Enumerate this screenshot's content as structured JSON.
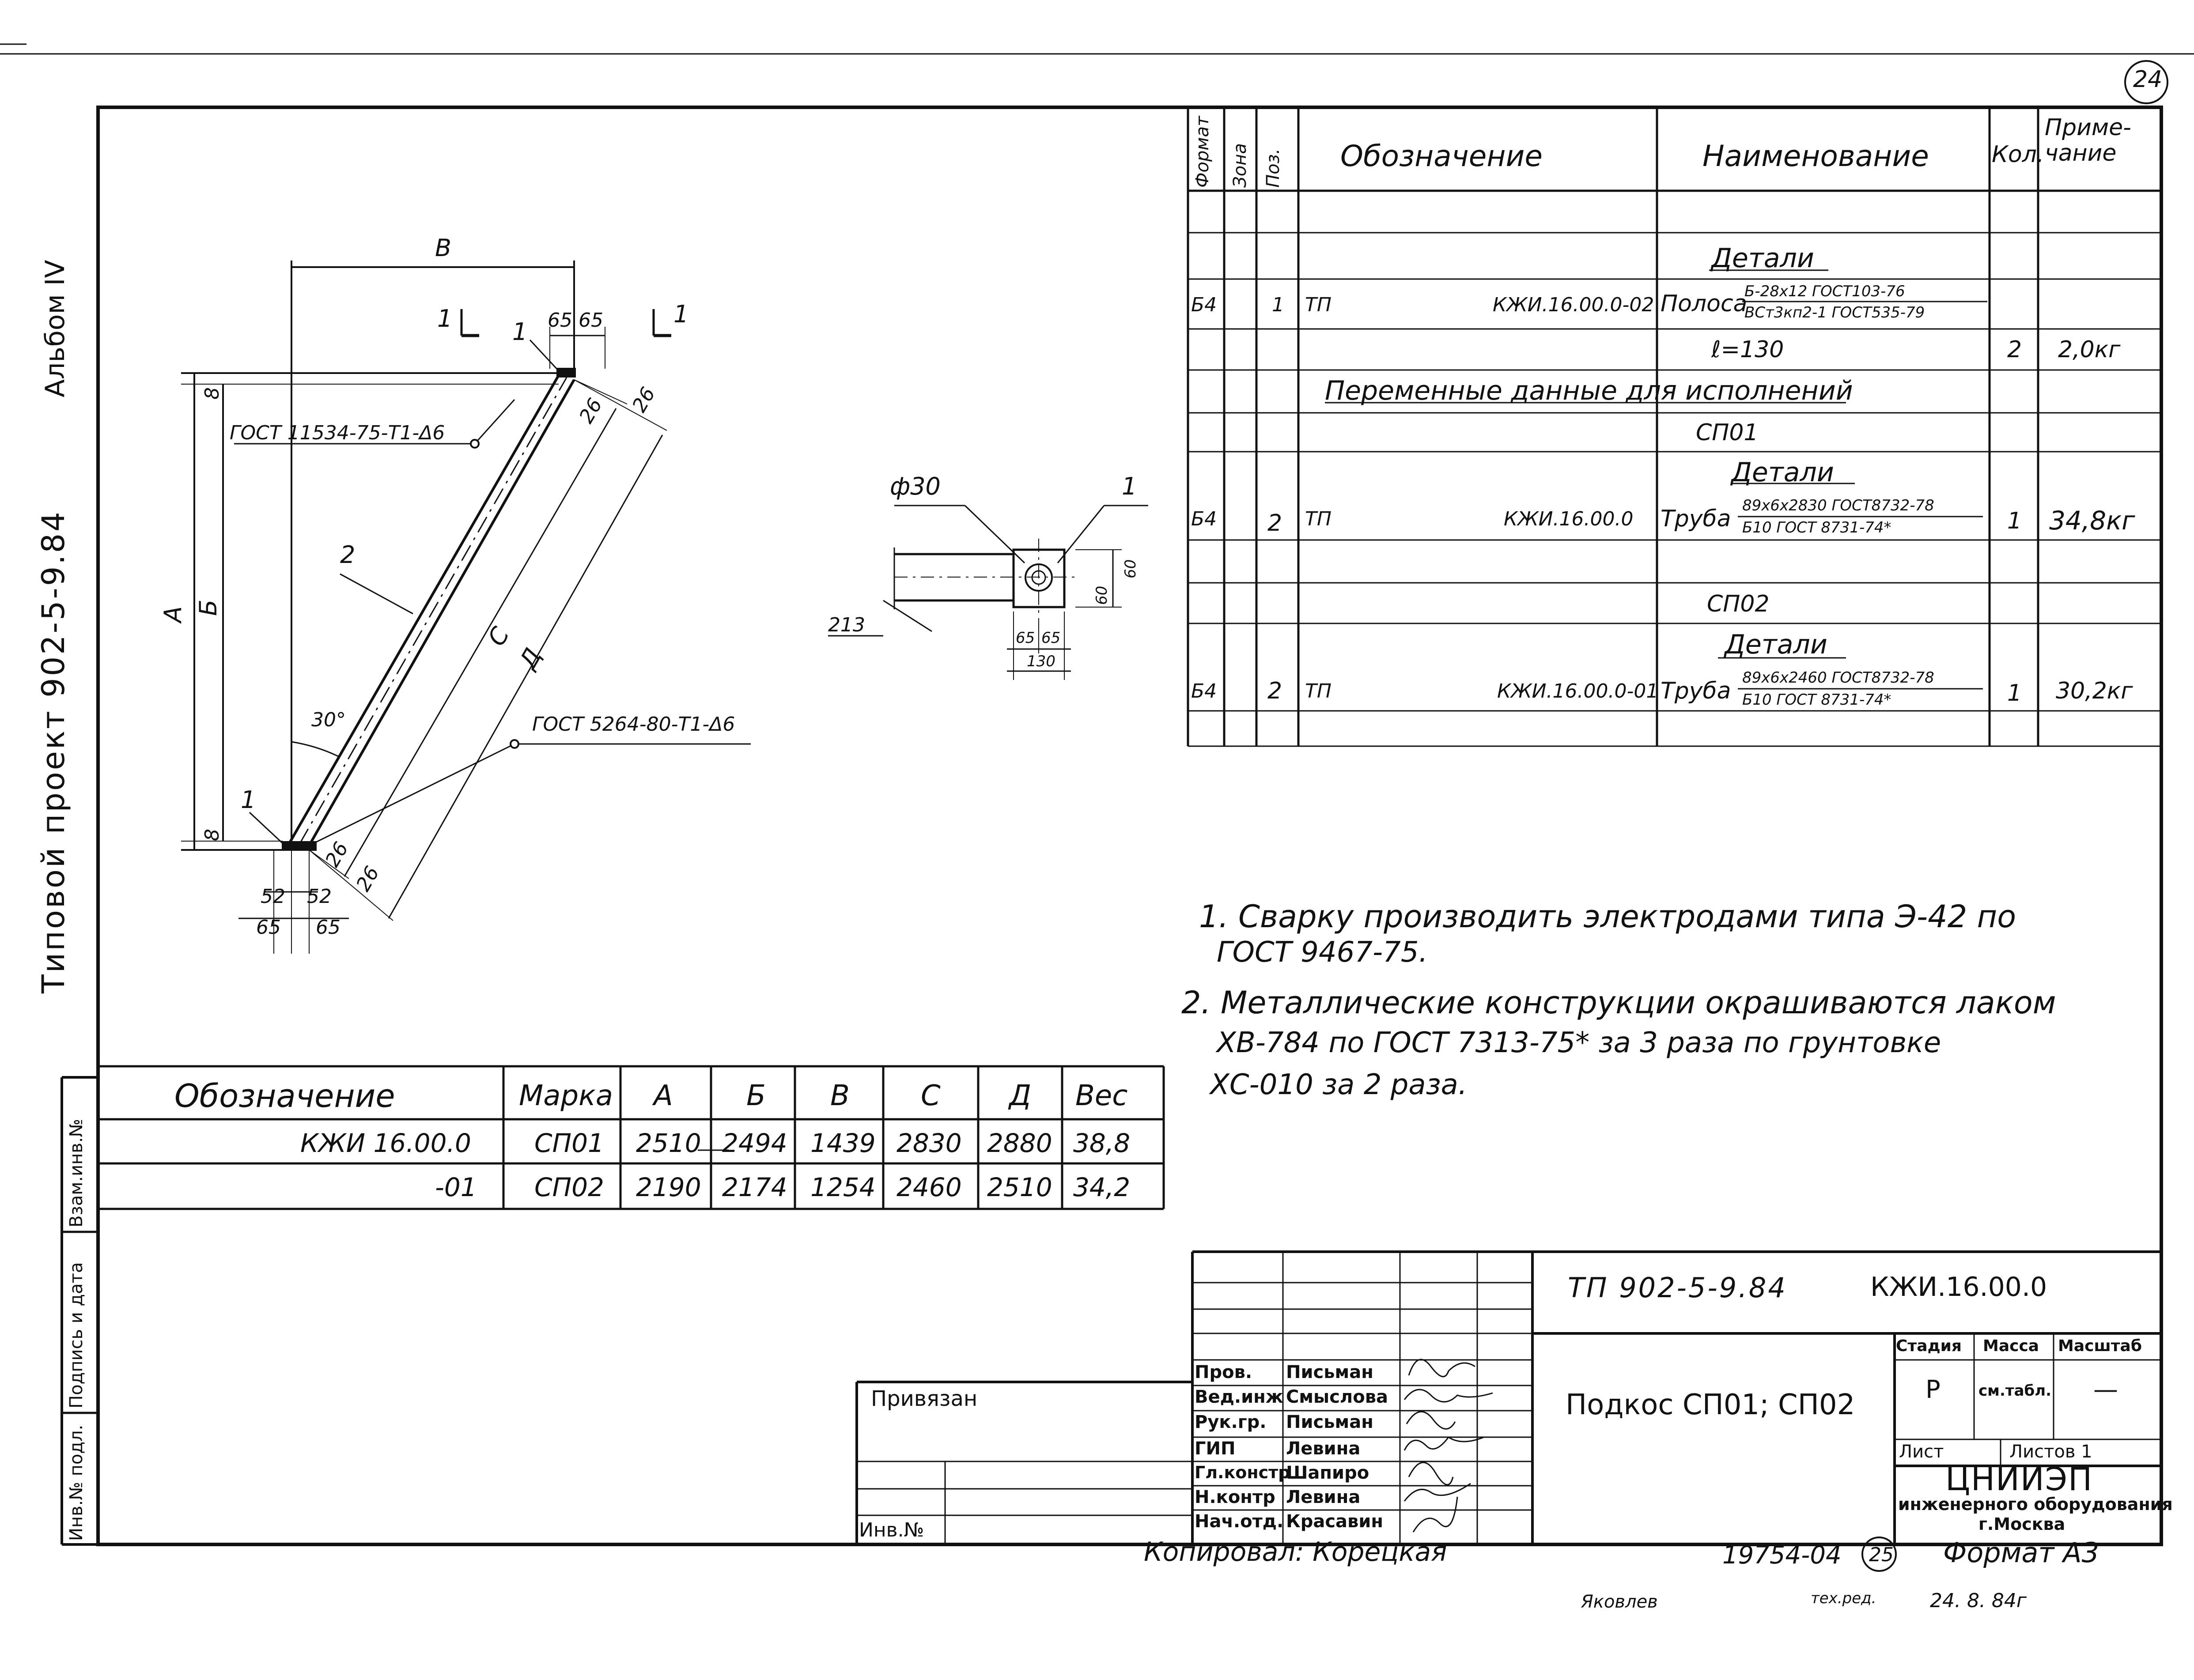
{
  "sheet": {
    "number": "24",
    "number_bottom": "25",
    "album": "Альбом IV",
    "project": "Типовой проект 902-5-9.84",
    "format": "Формат А3",
    "copied_by": "Копировал: Корецкая",
    "archive_no": "19754-04",
    "signoff_name": "Яковлев",
    "signoff_role": "тех.ред.",
    "signoff_date": "24. 8. 84г"
  },
  "side_stamp": {
    "cells": [
      "Взам.инв.№",
      "Подпись и дата",
      "Инв.№ подл."
    ]
  },
  "drawing": {
    "dim_b": "В",
    "dim_a": "А",
    "dim_b2": "Б",
    "dim_c": "С",
    "dim_d": "Д",
    "section": "1",
    "pos1": "1",
    "pos2": "2",
    "d65a": "65",
    "d65b": "65",
    "d8a": "8",
    "d8b": "8",
    "d26a": "26",
    "d26b": "26",
    "d26c": "26",
    "d26d": "26",
    "d52a": "52",
    "d52b": "52",
    "angle": "30°",
    "gost1": "ГОСТ 11534-75-Т1-Δ6",
    "gost2": "ГОСТ 5264-80-Т1-Δ6",
    "detail_phi": "ф30",
    "detail_pos": "1",
    "detail_213": "213",
    "detail_60a": "60",
    "detail_60b": "60",
    "detail_65a": "65",
    "detail_65b": "65",
    "detail_130": "130"
  },
  "spec": {
    "headers": {
      "format": "Формат",
      "zone": "Зона",
      "pos": "Поз.",
      "designation": "Обозначение",
      "name": "Наименование",
      "qty": "Кол.",
      "note": "Приме-чание"
    },
    "rows": {
      "r1_section": "Детали",
      "r2_format": "Б4",
      "r2_pos": "1",
      "r2_tp": "ТП",
      "r2_designation": "КЖИ.16.00.0-02",
      "r2_name": "Полоса",
      "r2_frac_top": "Б-28х12 ГОСТ103-76",
      "r2_frac_bottom": "ВСт3кп2-1 ГОСТ535-79",
      "r3_length": "ℓ=130",
      "r3_qty": "2",
      "r3_note": "2,0кг",
      "r4_variable": "Переменные данные для исполнений",
      "r5_sp01": "СП01",
      "r6_section": "Детали",
      "r6_format": "Б4",
      "r6_pos": "2",
      "r6_tp": "ТП",
      "r6_designation": "КЖИ.16.00.0",
      "r6_name": "Труба",
      "r6_frac_top": "89х6х2830 ГОСТ8732-78",
      "r6_frac_bottom": "Б10 ГОСТ 8731-74*",
      "r6_qty": "1",
      "r6_note": "34,8кг",
      "r7_sp02": "СП02",
      "r8_section": "Детали",
      "r8_format": "Б4",
      "r8_pos": "2",
      "r8_tp": "ТП",
      "r8_designation": "КЖИ.16.00.0-01",
      "r8_name": "Труба",
      "r8_frac_top": "89х6х2460 ГОСТ8732-78",
      "r8_frac_bottom": "Б10 ГОСТ 8731-74*",
      "r8_qty": "1",
      "r8_note": "30,2кг"
    }
  },
  "notes": {
    "n1_line1": "1. Сварку производить электродами типа Э-42 по",
    "n1_line2": "ГОСТ 9467-75.",
    "n2_line1": "2. Металлические конструкции окрашиваются лаком",
    "n2_line2": "ХВ-784 по ГОСТ 7313-75* за 3 раза по грунтовке",
    "n2_line3": "ХС-010 за 2 раза."
  },
  "variants": {
    "headers": [
      "Обозначение",
      "Марка",
      "А",
      "Б",
      "В",
      "С",
      "Д",
      "Вес"
    ],
    "rows": [
      [
        "КЖИ 16.00.0",
        "СП01",
        "2510",
        "2494",
        "1439",
        "2830",
        "2880",
        "38,8"
      ],
      [
        "-01",
        "СП02",
        "2190",
        "2174",
        "1254",
        "2460",
        "2510",
        "34,2"
      ]
    ]
  },
  "title_block": {
    "doc_code": "ТП 902-5-9.84",
    "doc_number": "КЖИ.16.00.0",
    "title": "Подкос СП01; СП02",
    "stage_label": "Стадия",
    "mass_label": "Масса",
    "scale_label": "Масштаб",
    "stage": "Р",
    "mass": "см.табл.",
    "scale": "—",
    "sheet_label": "Лист",
    "sheets_label": "Листов 1",
    "org_name": "ЦНИИЭП",
    "org_sub": "инженерного оборудования",
    "org_city": "г.Москва",
    "bound_label": "Привязан",
    "inv_label": "Инв.№",
    "signers": [
      {
        "role": "Пров.",
        "name": "Письман"
      },
      {
        "role": "Вед.инж",
        "name": "Смыслова"
      },
      {
        "role": "Рук.гр.",
        "name": "Письман"
      },
      {
        "role": "ГИП",
        "name": "Левина"
      },
      {
        "role": "Гл.констр",
        "name": "Шапиро"
      },
      {
        "role": "Н.контр",
        "name": "Левина"
      },
      {
        "role": "Нач.отд.",
        "name": "Красавин"
      }
    ]
  }
}
